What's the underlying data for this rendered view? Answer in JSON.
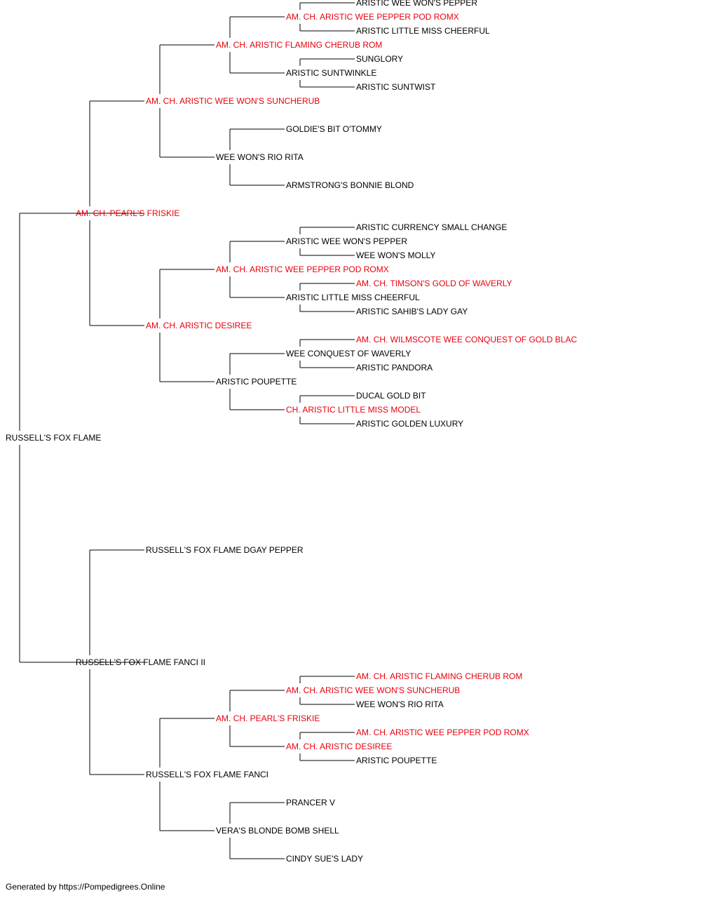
{
  "colors": {
    "champion": "#e8000d",
    "normal": "#000000",
    "line": "#000000"
  },
  "root": {
    "name": "RUSSELL'S FOX FLAME",
    "champion": false,
    "sire": {
      "name": "AM. CH. PEARL'S FRISKIE",
      "champion": true,
      "sire": {
        "name": "AM. CH. ARISTIC WEE WON'S SUNCHERUB",
        "champion": true,
        "sire": {
          "name": "AM. CH. ARISTIC FLAMING CHERUB ROM",
          "champion": true,
          "sire": {
            "name": "AM. CH. ARISTIC WEE PEPPER POD ROMX",
            "champion": true,
            "sire": {
              "name": "ARISTIC WEE WON'S PEPPER",
              "champion": false
            },
            "dam": {
              "name": "ARISTIC LITTLE MISS CHEERFUL",
              "champion": false
            }
          },
          "dam": {
            "name": "ARISTIC SUNTWINKLE",
            "champion": false,
            "sire": {
              "name": "SUNGLORY",
              "champion": false
            },
            "dam": {
              "name": "ARISTIC SUNTWIST",
              "champion": false
            }
          }
        },
        "dam": {
          "name": "WEE WON'S RIO RITA",
          "champion": false,
          "sire": {
            "name": "GOLDIE'S BIT O'TOMMY",
            "champion": false
          },
          "dam": {
            "name": "ARMSTRONG'S BONNIE BLOND",
            "champion": false
          }
        }
      },
      "dam": {
        "name": "AM. CH. ARISTIC DESIREE",
        "champion": true,
        "sire": {
          "name": "AM. CH. ARISTIC WEE PEPPER POD ROMX",
          "champion": true,
          "sire": {
            "name": "ARISTIC WEE WON'S PEPPER",
            "champion": false,
            "sire": {
              "name": "ARISTIC CURRENCY SMALL CHANGE",
              "champion": false
            },
            "dam": {
              "name": "WEE WON'S MOLLY",
              "champion": false
            }
          },
          "dam": {
            "name": "ARISTIC LITTLE MISS CHEERFUL",
            "champion": false,
            "sire": {
              "name": "AM. CH. TIMSON'S GOLD OF WAVERLY",
              "champion": true
            },
            "dam": {
              "name": "ARISTIC SAHIB'S LADY GAY",
              "champion": false
            }
          }
        },
        "dam": {
          "name": "ARISTIC POUPETTE",
          "champion": false,
          "sire": {
            "name": "WEE CONQUEST OF WAVERLY",
            "champion": false,
            "sire": {
              "name": "AM. CH. WILMSCOTE WEE CONQUEST OF GOLD BLAC",
              "champion": true
            },
            "dam": {
              "name": "ARISTIC PANDORA",
              "champion": false
            }
          },
          "dam": {
            "name": "CH. ARISTIC LITTLE MISS MODEL",
            "champion": true,
            "sire": {
              "name": "DUCAL GOLD BIT",
              "champion": false
            },
            "dam": {
              "name": "ARISTIC GOLDEN LUXURY",
              "champion": false
            }
          }
        }
      }
    },
    "dam": {
      "name": "RUSSELL'S FOX FLAME FANCI II",
      "champion": false,
      "sire": {
        "name": "RUSSELL'S FOX FLAME DGAY PEPPER",
        "champion": false
      },
      "dam": {
        "name": "RUSSELL'S FOX FLAME FANCI",
        "champion": false,
        "sire": {
          "name": "AM. CH. PEARL'S FRISKIE",
          "champion": true,
          "sire": {
            "name": "AM. CH. ARISTIC WEE WON'S SUNCHERUB",
            "champion": true,
            "sire": {
              "name": "AM. CH. ARISTIC FLAMING CHERUB ROM",
              "champion": true
            },
            "dam": {
              "name": "WEE WON'S RIO RITA",
              "champion": false
            }
          },
          "dam": {
            "name": "AM. CH. ARISTIC DESIREE",
            "champion": true,
            "sire": {
              "name": "AM. CH. ARISTIC WEE PEPPER POD ROMX",
              "champion": true
            },
            "dam": {
              "name": "ARISTIC POUPETTE",
              "champion": false
            }
          }
        },
        "dam": {
          "name": "VERA'S BLONDE BOMB SHELL",
          "champion": false,
          "sire": {
            "name": "PRANCER V",
            "champion": false
          },
          "dam": {
            "name": "CINDY SUE'S LADY",
            "champion": false
          }
        }
      }
    }
  },
  "footer": "Generated by https://Pompedigrees.Online"
}
